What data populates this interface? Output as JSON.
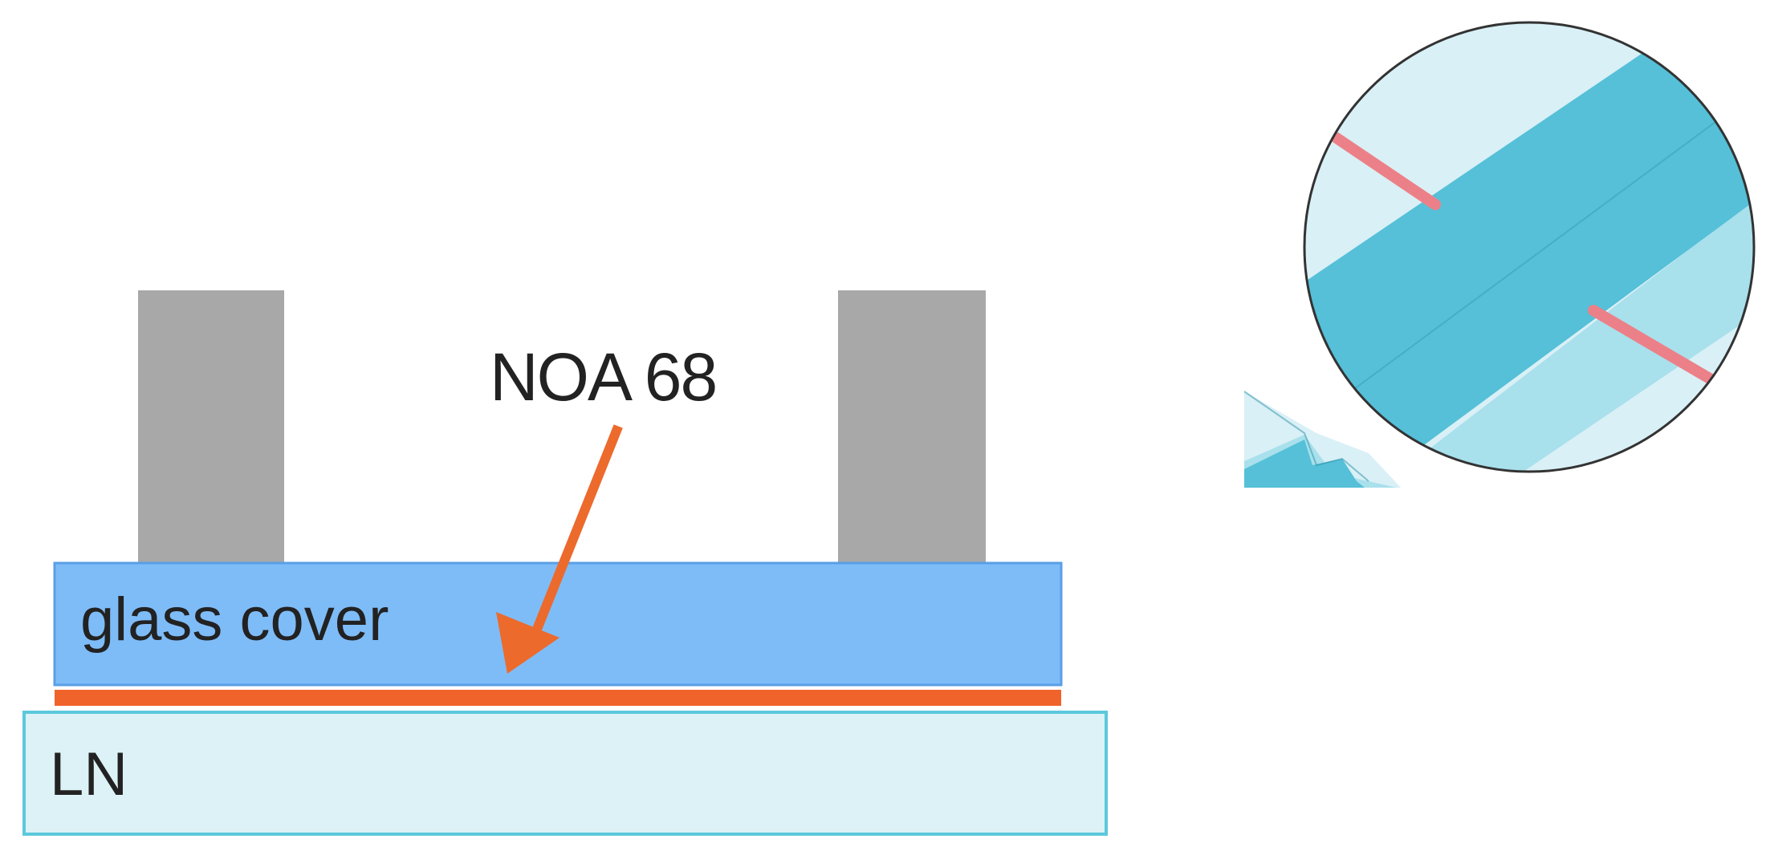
{
  "labels": {
    "noa": "NOA 68",
    "glass_cover": "glass cover",
    "ln": "LN"
  },
  "colors": {
    "pillar": "#a8a8a8",
    "glass_cover": "#7ebcf8",
    "glass_cover_border": "#5a9fe6",
    "noa_layer": "#f0632a",
    "noa_arrow": "#ec6a2c",
    "ln": "#dcf2f6",
    "ln_border": "#5cc8dc",
    "inset_background": "#d9f0f6",
    "inset_waveguide": "#55c0d8",
    "inset_waveguide_light": "#a8e0ec",
    "inset_electrode": "#ec8088"
  }
}
